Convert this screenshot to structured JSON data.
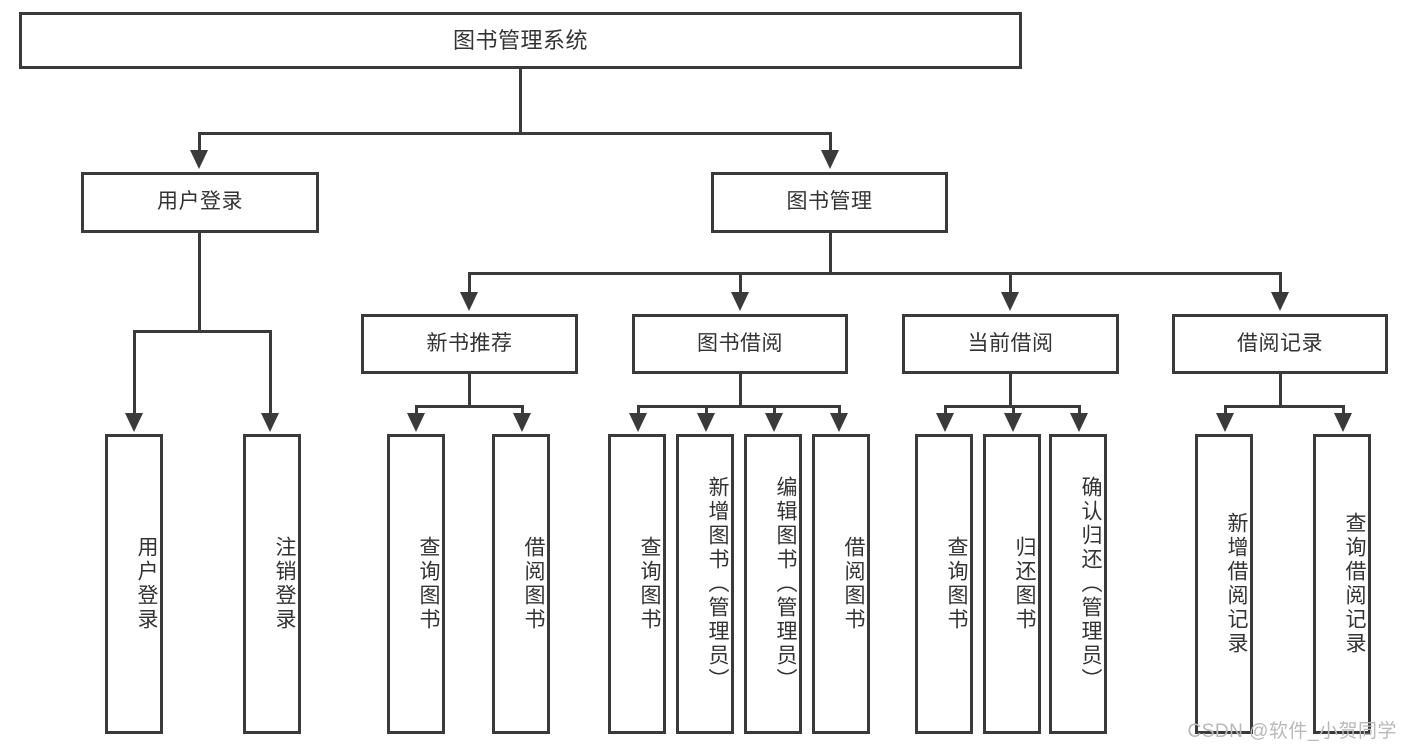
{
  "diagram": {
    "type": "tree-hierarchy",
    "title": "图书管理系统",
    "watermark": "CSDN @软件_小贺同学",
    "colors": {
      "stroke": "#3a3a3a",
      "fill": "#ffffff",
      "text": "#333333",
      "watermark": "#b9b9b9"
    },
    "nodes": {
      "root": {
        "label": "图书管理系统"
      },
      "level1": [
        {
          "label": "用户登录"
        },
        {
          "label": "图书管理"
        }
      ],
      "level2": [
        {
          "label": "新书推荐"
        },
        {
          "label": "图书借阅"
        },
        {
          "label": "当前借阅"
        },
        {
          "label": "借阅记录"
        }
      ],
      "leaves": {
        "user_login": [
          {
            "label": "用户登录"
          },
          {
            "label": "注销登录"
          }
        ],
        "new_book_recommend": [
          {
            "label": "查询图书"
          },
          {
            "label": "借阅图书"
          }
        ],
        "book_borrow": [
          {
            "label": "查询图书"
          },
          {
            "label": "新增图书（管理员）"
          },
          {
            "label": "编辑图书（管理员）"
          },
          {
            "label": "借阅图书"
          }
        ],
        "current_borrow": [
          {
            "label": "查询图书"
          },
          {
            "label": "归还图书"
          },
          {
            "label": "确认归还（管理员）"
          }
        ],
        "borrow_record": [
          {
            "label": "新增借阅记录"
          },
          {
            "label": "查询借阅记录"
          }
        ]
      }
    }
  }
}
